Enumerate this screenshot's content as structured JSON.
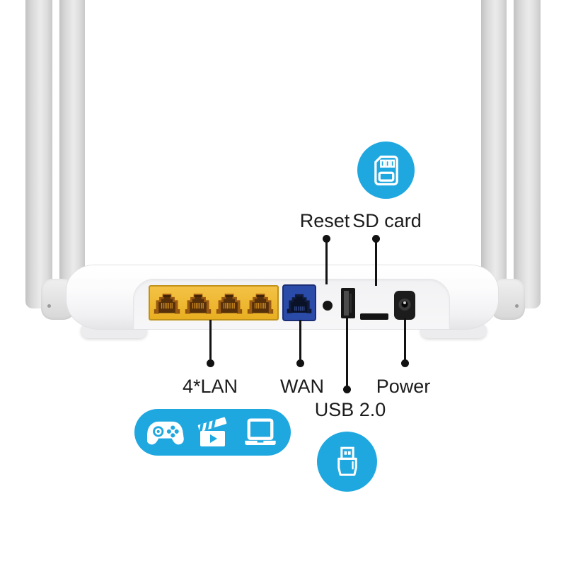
{
  "scene": {
    "description": "Rear view of a white four-antenna wireless router with callout labels pointing to its ports",
    "background": "#ffffff"
  },
  "colors": {
    "accent_blue": "#1FA8E0",
    "lan_panel_yellow": "#EAB22A",
    "wan_port_blue": "#2B4BA9",
    "callout_black": "#121212",
    "antenna_gray": "#D9D9D9",
    "body_white": "#F7F7F8"
  },
  "callouts": {
    "reset": {
      "label": "Reset"
    },
    "sd_card": {
      "label": "SD card"
    },
    "lan": {
      "label": "4*LAN"
    },
    "wan": {
      "label": "WAN"
    },
    "usb": {
      "label": "USB 2.0"
    },
    "power": {
      "label": "Power"
    }
  },
  "ports": {
    "lan_count": 4
  },
  "icons": {
    "sd_card": "sd-card-icon",
    "usb_plug": "usb-plug-icon",
    "gamepad": "gamepad-icon",
    "clapperboard": "movie-clapperboard-icon",
    "laptop": "laptop-icon"
  }
}
